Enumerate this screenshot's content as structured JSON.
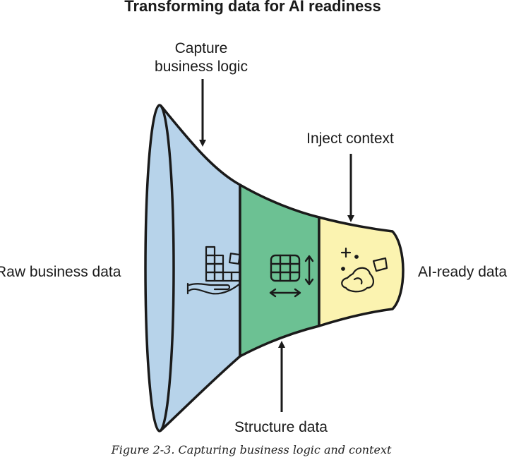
{
  "diagram": {
    "title": "Transforming data for AI readiness",
    "labels": {
      "capture_line1": "Capture",
      "capture_line2": "business logic",
      "inject": "Inject context",
      "raw": "Raw business data",
      "ai_ready": "AI-ready data",
      "structure": "Structure data"
    },
    "caption": "Figure 2-3. Capturing business logic and context",
    "colors": {
      "stage_raw": "#b7d3ea",
      "stage_structure": "#6cc193",
      "stage_context": "#fbf3b0",
      "stroke": "#1a1a1a"
    },
    "icons": [
      "blocks-in-hand-icon",
      "grid-resize-icon",
      "context-blob-icon"
    ]
  }
}
